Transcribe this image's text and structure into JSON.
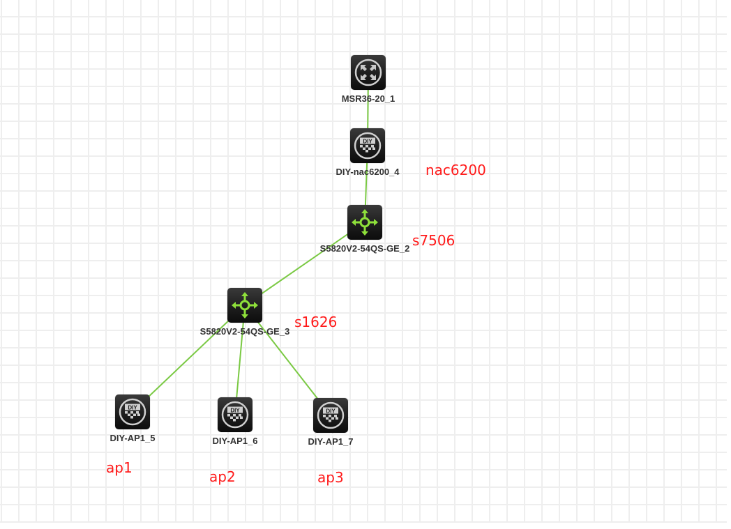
{
  "diagram": {
    "type": "network-topology",
    "link_color": "#7ac943",
    "annotation_color": "#ff1a1a",
    "nodes": [
      {
        "id": "n1",
        "label": "MSR36-20_1",
        "icon": "router-icon"
      },
      {
        "id": "n2",
        "label": "DIY-nac6200_4",
        "icon": "diy-device-icon"
      },
      {
        "id": "n3",
        "label": "S5820V2-54QS-GE_2",
        "icon": "switch-icon"
      },
      {
        "id": "n4",
        "label": "S5820V2-54QS-GE_3",
        "icon": "switch-icon"
      },
      {
        "id": "n5",
        "label": "DIY-AP1_5",
        "icon": "diy-device-icon"
      },
      {
        "id": "n6",
        "label": "DIY-AP1_6",
        "icon": "diy-device-icon"
      },
      {
        "id": "n7",
        "label": "DIY-AP1_7",
        "icon": "diy-device-icon"
      }
    ],
    "links": [
      {
        "from": "n1",
        "to": "n2"
      },
      {
        "from": "n2",
        "to": "n3"
      },
      {
        "from": "n3",
        "to": "n4"
      },
      {
        "from": "n4",
        "to": "n5"
      },
      {
        "from": "n4",
        "to": "n6"
      },
      {
        "from": "n4",
        "to": "n7"
      }
    ],
    "annotations": [
      {
        "text": "nac6200",
        "target": "n2"
      },
      {
        "text": "s7506",
        "target": "n3"
      },
      {
        "text": "s1626",
        "target": "n4"
      },
      {
        "text": "ap1",
        "target": "n5"
      },
      {
        "text": "ap2",
        "target": "n6"
      },
      {
        "text": "ap3",
        "target": "n7"
      }
    ]
  }
}
